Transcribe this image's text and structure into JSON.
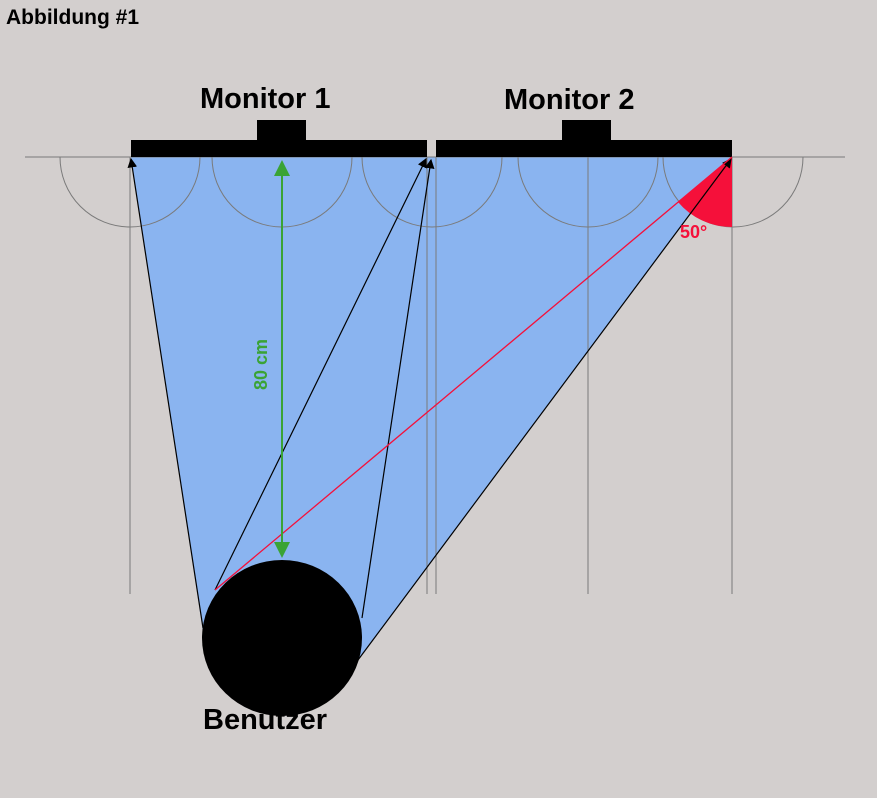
{
  "figure_title": "Abbildung #1",
  "monitor1_label": "Monitor 1",
  "monitor2_label": "Monitor 2",
  "user_label": "Benutzer",
  "distance_label": "80 cm",
  "angle_label": "50°",
  "colors": {
    "background": "#d3cfce",
    "view_area": "#8ab4f0",
    "angle": "#f5103a",
    "distance": "#3aa335"
  }
}
